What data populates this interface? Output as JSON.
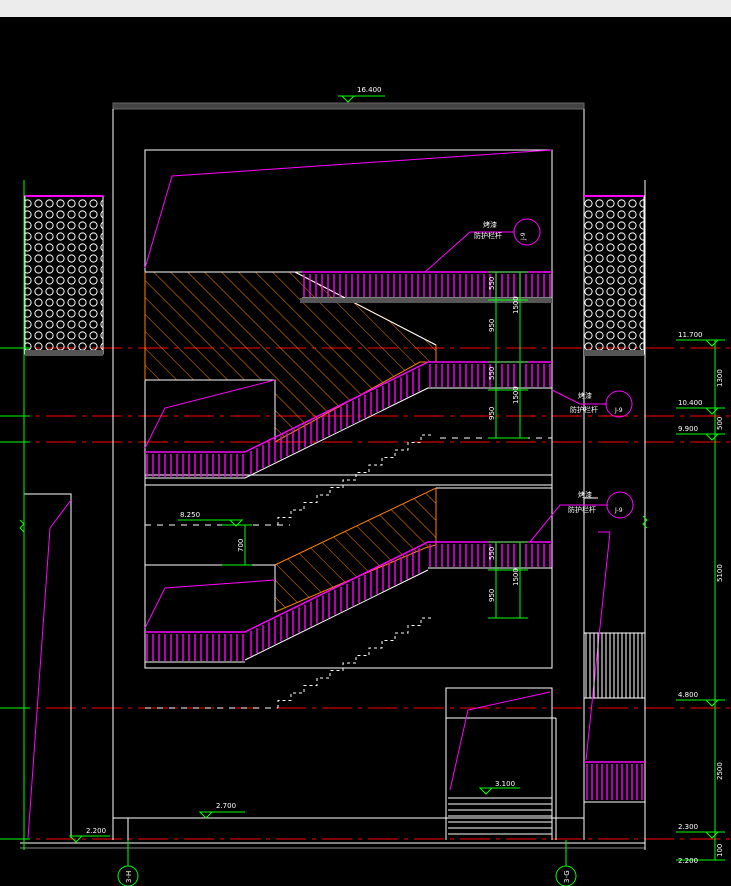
{
  "window": {
    "topbar_color": "#ececec",
    "background": "#000000"
  },
  "colors": {
    "outline": "#ffffff",
    "railing": "#ff00ff",
    "dimension": "#00ff00",
    "axis": "#ff0000",
    "hatch": "#ff8000"
  },
  "elevations": {
    "roof": "16.400",
    "landing_upper": "8.250",
    "level_11": "11.700",
    "level_10": "10.400",
    "level_9": "9.900",
    "level_4": "4.800",
    "door_sill": "3.100",
    "floor_center": "2.700",
    "floor_left": "2.200",
    "ground_a": "2.300",
    "ground_b": "2.200"
  },
  "dimensions": {
    "rail_a": "550",
    "rail_b": "950",
    "rail_c": "1500",
    "gap": "700",
    "right_1300": "1300",
    "right_500": "500",
    "right_5100": "5100",
    "right_2500": "2500",
    "right_100": "100"
  },
  "callouts": {
    "top": {
      "label1": "烤漆",
      "label2": "防护栏杆",
      "ref": "J-9"
    },
    "middle": {
      "label1": "烤漆",
      "label2": "防护栏杆",
      "ref": "J-9"
    },
    "bottom": {
      "label1": "烤漆",
      "label2": "防护栏杆",
      "ref": "J-9"
    }
  },
  "axes": {
    "left": "3-H",
    "right": "3-G"
  }
}
